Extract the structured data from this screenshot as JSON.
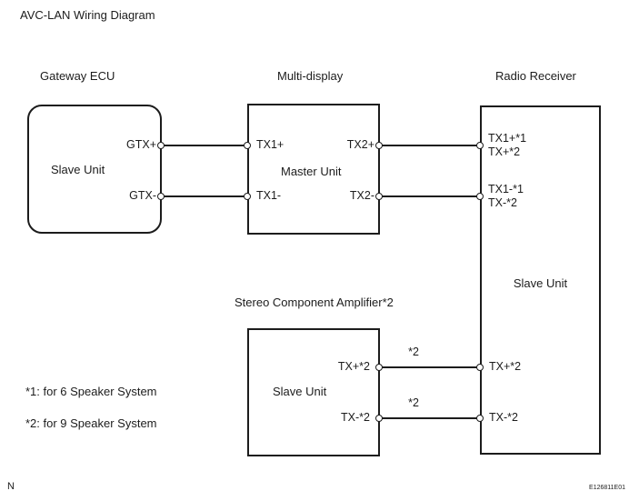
{
  "title": "AVC-LAN Wiring Diagram",
  "gateway": {
    "label": "Gateway ECU",
    "unit": "Slave Unit",
    "gtx_plus": "GTX+",
    "gtx_minus": "GTX-"
  },
  "multi_display": {
    "label": "Multi-display",
    "unit": "Master Unit",
    "tx1_plus": "TX1+",
    "tx1_minus": "TX1-",
    "tx2_plus": "TX2+",
    "tx2_minus": "TX2-"
  },
  "radio": {
    "label": "Radio Receiver",
    "unit": "Slave Unit",
    "t1_line1": "TX1+*1",
    "t1_line2": "TX+*2",
    "t2_line1": "TX1-*1",
    "t2_line2": "TX-*2",
    "tx_plus": "TX+*2",
    "tx_minus": "TX-*2"
  },
  "amplifier": {
    "label": "Stereo Component Amplifier*2",
    "unit": "Slave Unit",
    "tx_plus": "TX+*2",
    "tx_minus": "TX-*2"
  },
  "wire_notes": {
    "plus": "*2",
    "minus": "*2"
  },
  "notes": [
    "*1: for 6 Speaker System",
    "*2: for 9 Speaker System"
  ],
  "footer": {
    "left": "N",
    "right": "E126811E01"
  }
}
